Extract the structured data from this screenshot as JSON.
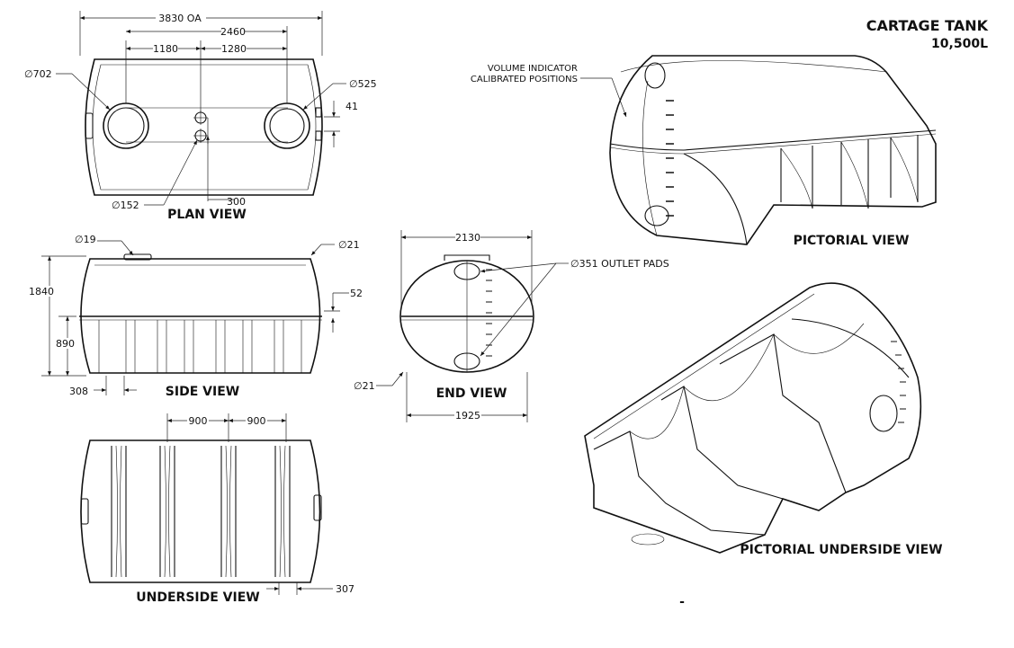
{
  "title": {
    "line1": "CARTAGE TANK",
    "line2": "10,500L"
  },
  "views": {
    "plan": "PLAN VIEW",
    "side": "SIDE VIEW",
    "end": "END VIEW",
    "underside": "UNDERSIDE VIEW",
    "pictorial": "PICTORIAL VIEW",
    "pictorial_underside": "PICTORIAL UNDERSIDE VIEW"
  },
  "dims": {
    "oa": "3830 OA",
    "d2460": "2460",
    "d1180": "1180",
    "d1280": "1280",
    "dia702": "∅702",
    "dia525": "∅525",
    "d41": "41",
    "d300": "300",
    "dia152": "∅152",
    "dia19": "∅19",
    "dia21a": "∅21",
    "d1840": "1840",
    "d52": "52",
    "d890": "890",
    "d308": "308",
    "d2130": "2130",
    "dia351": "∅351 OUTLET PADS",
    "dia21b": "∅21",
    "d1925": "1925",
    "d900a": "900",
    "d900b": "900",
    "d307": "307"
  },
  "annotation": {
    "line1": "VOLUME INDICATOR",
    "line2": "CALIBRATED POSITIONS"
  },
  "footer_mark": "-"
}
